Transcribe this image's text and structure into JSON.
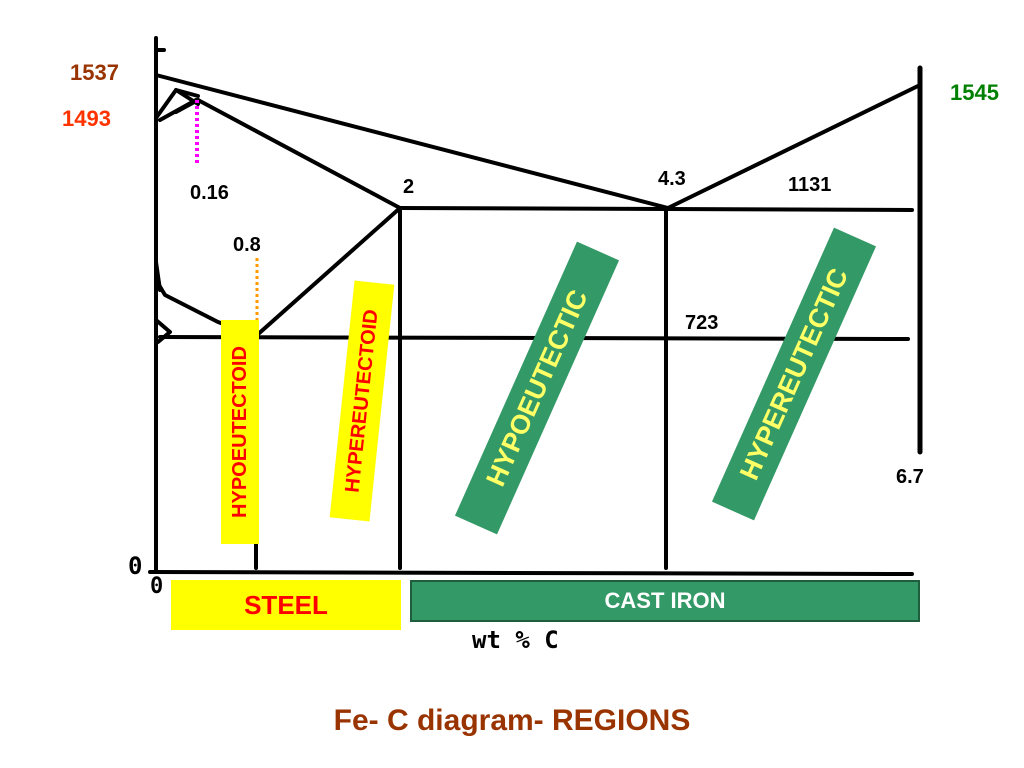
{
  "title": "Fe- C diagram- REGIONS",
  "labels": {
    "t1537": "1537",
    "t1493": "1493",
    "t1545": "1545",
    "c016": "0.16",
    "c08": "0.8",
    "c2": "2",
    "c43": "4.3",
    "t1131": "1131",
    "t723": "723",
    "c67": "6.7",
    "origin_y": "0",
    "origin_x": "0",
    "xlabel": "wt % C"
  },
  "regions": {
    "hypoeutectoid": "HYPOEUTECTOID",
    "hypereutectoid": "HYPEREUTECTOID",
    "hypoeutectic": "HYPOEUTECTIC",
    "hypereutectic": "HYPEREUTECTIC",
    "steel": "STEEL",
    "cast_iron": "CAST IRON"
  },
  "colors": {
    "yellow": "#ffff00",
    "green": "#339966",
    "red": "#ff0000",
    "brown": "#993300",
    "orange_red": "#ff3300",
    "dark_green": "#008000",
    "magenta": "#ff00ff",
    "orange": "#ff9900",
    "light_yellow": "#ffff66"
  }
}
